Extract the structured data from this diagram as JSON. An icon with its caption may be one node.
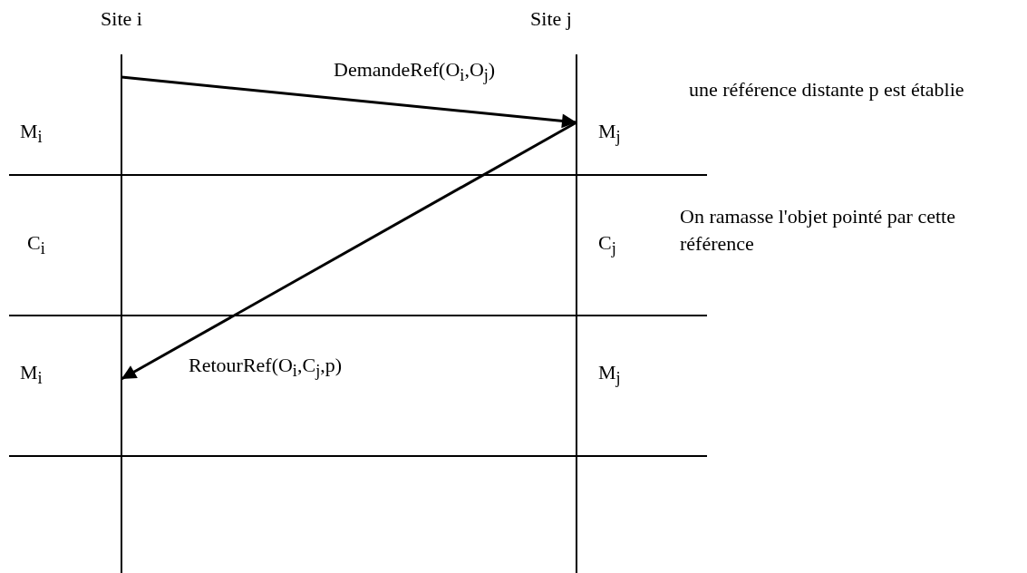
{
  "diagram": {
    "nodes": [
      {
        "text": [
          "Site i"
        ]
      },
      {
        "text": [
          "Site j"
        ]
      }
    ],
    "edges": [
      {
        "from": 0,
        "to": 1,
        "arrow": "to",
        "label": "DemandeRef(O$_{i}$,O$_{j}$)"
      },
      {
        "from": 1,
        "to": 0,
        "arrow": "to",
        "label": "RetourRef(O$_{i}$,C$_{j}$,p)"
      }
    ],
    "labels": [
      "M$_{i}$",
      "M$_{j}$",
      "une référence distante p est établie",
      "C$_{i}$",
      "C$_{j}$",
      "On ramasse l'objet pointé par cette référence",
      "M$_{i}$",
      "M$_{j}$"
    ]
  }
}
